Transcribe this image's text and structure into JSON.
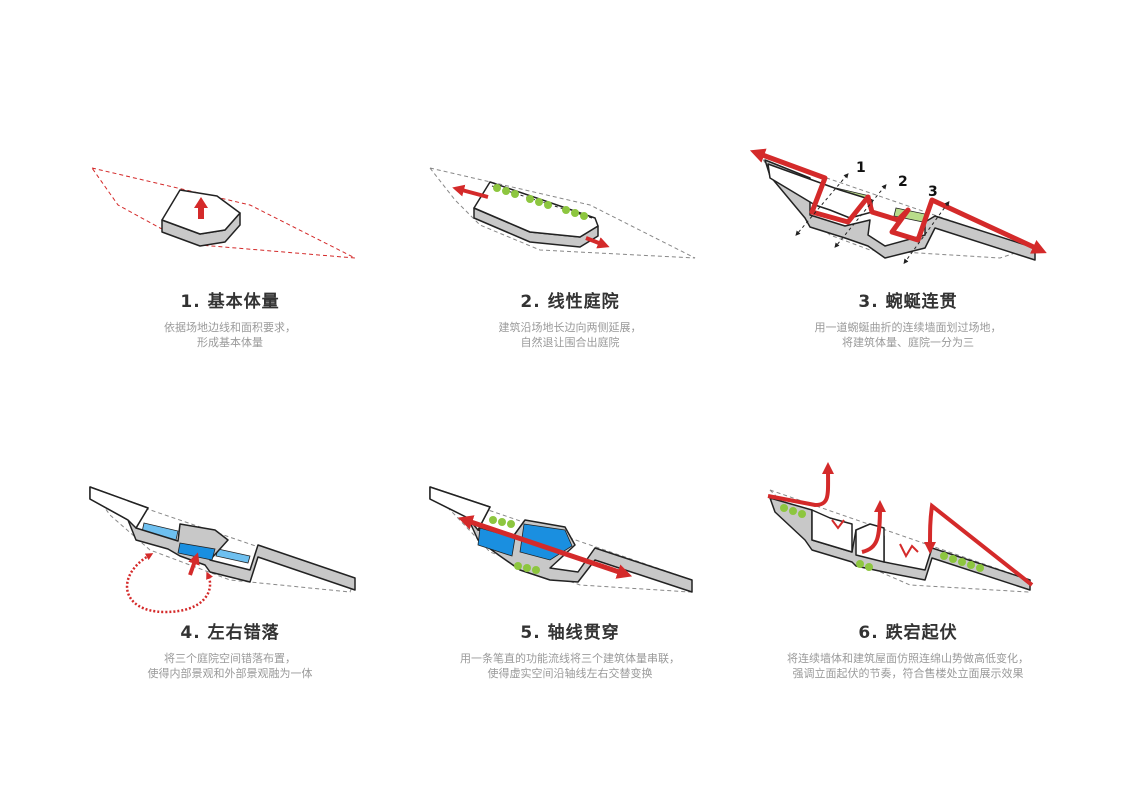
{
  "colors": {
    "red": "#d42a2a",
    "blue": "#1a8fe0",
    "green": "#8dc63f",
    "wall": "#c8c8c8",
    "outline": "#222222",
    "dash": "#888888"
  },
  "panels": [
    {
      "title": "1. 基本体量",
      "desc": [
        "依据场地边线和面积要求，",
        "形成基本体量"
      ]
    },
    {
      "title": "2. 线性庭院",
      "desc": [
        "建筑沿场地长边向两侧延展，",
        "自然退让围合出庭院"
      ]
    },
    {
      "title": "3. 蜿蜒连贯",
      "desc": [
        "用一道蜿蜒曲折的连续墙面划过场地，",
        "将建筑体量、庭院一分为三"
      ]
    },
    {
      "title": "4. 左右错落",
      "desc": [
        "将三个庭院空间错落布置，",
        "使得内部景观和外部景观融为一体"
      ]
    },
    {
      "title": "5. 轴线贯穿",
      "desc": [
        "用一条笔直的功能流线将三个建筑体量串联，",
        "使得虚实空间沿轴线左右交替变换"
      ]
    },
    {
      "title": "6. 跌宕起伏",
      "desc": [
        "将连续墙体和建筑屋面仿照连绵山势做高低变化，",
        "强调立面起伏的节奏，符合售楼处立面展示效果"
      ]
    }
  ],
  "panel3_numbers": [
    "1",
    "2",
    "3"
  ]
}
